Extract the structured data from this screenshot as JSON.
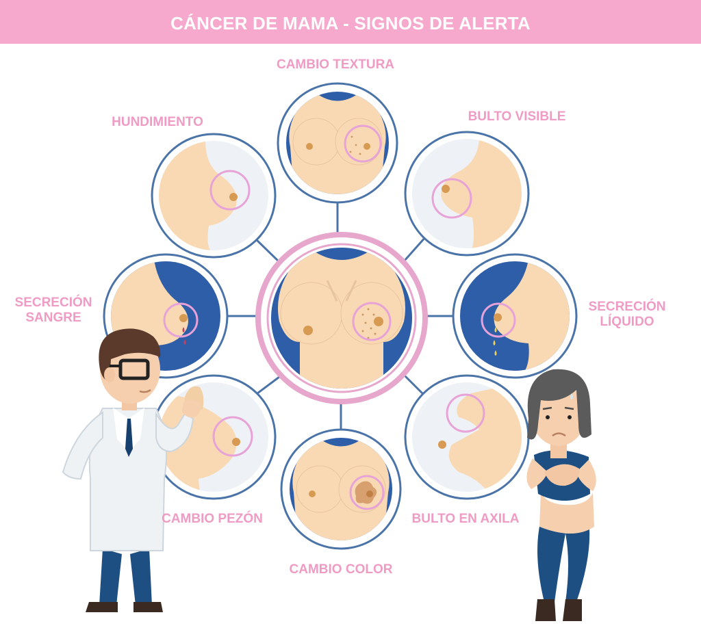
{
  "title": "CÁNCER DE MAMA - SIGNOS DE ALERTA",
  "colors": {
    "banner": "#f6a9cc",
    "label": "#ef9bc4",
    "ring": "#4a73a8",
    "center_ring": "#e7a6cb",
    "panel_blue": "#2f5ea9",
    "skin": "#f8d9b4",
    "nipple": "#d79a52",
    "highlight_circle": "#e7a2d8"
  },
  "signs": [
    {
      "id": "cambio-textura",
      "label": "CAMBIO TEXTURA"
    },
    {
      "id": "hundimiento",
      "label": "HUNDIMIENTO"
    },
    {
      "id": "bulto-visible",
      "label": "BULTO VISIBLE"
    },
    {
      "id": "secrecion-sangre",
      "label_lines": [
        "SECRECIÓN",
        "SANGRE"
      ]
    },
    {
      "id": "secrecion-liquido",
      "label_lines": [
        "SECRECIÓN",
        "LÍQUIDO"
      ]
    },
    {
      "id": "cambio-pezon",
      "label": "CAMBIO PEZÓN"
    },
    {
      "id": "bulto-axila",
      "label": "BULTO EN AXILA"
    },
    {
      "id": "cambio-color",
      "label": "CAMBIO COLOR"
    }
  ],
  "characters": [
    "doctor",
    "patient"
  ]
}
